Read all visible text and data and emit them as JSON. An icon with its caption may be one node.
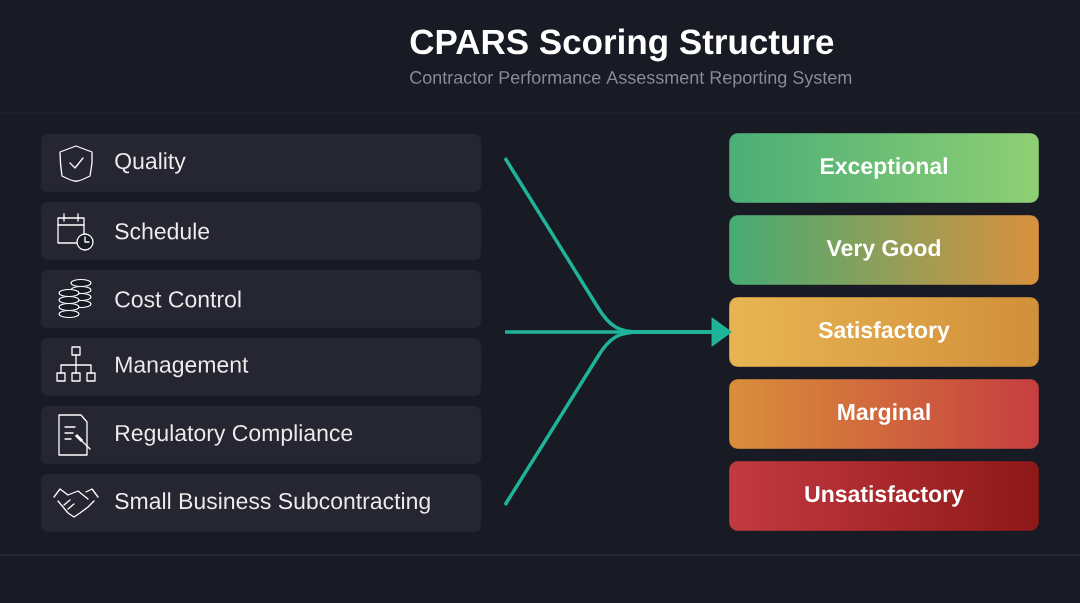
{
  "diagram": {
    "title": "CPARS Scoring Structure",
    "nodes": [
      {
        "text": [
          "Quality"
        ]
      },
      {
        "text": [
          "Schedule"
        ]
      },
      {
        "text": [
          "Cost Control"
        ]
      },
      {
        "text": [
          "Management"
        ]
      },
      {
        "text": [
          "Regulatory Compliance"
        ]
      },
      {
        "text": [
          "Small Business Subcontracting"
        ]
      },
      {
        "text": [
          "Exceptional"
        ]
      },
      {
        "text": [
          "Very Good"
        ]
      },
      {
        "text": [
          "Satisfactory"
        ]
      },
      {
        "text": [
          "Marginal"
        ]
      },
      {
        "text": [
          "Unsatisfactory"
        ]
      }
    ],
    "edges": [
      {
        "from": null,
        "to": 8,
        "arrow": "to"
      },
      {
        "from": null,
        "to": 8,
        "arrow": "to"
      },
      {
        "from": null,
        "to": 8,
        "arrow": "to"
      }
    ],
    "labels": [
      "Contractor Performance Assessment Reporting System"
    ]
  }
}
